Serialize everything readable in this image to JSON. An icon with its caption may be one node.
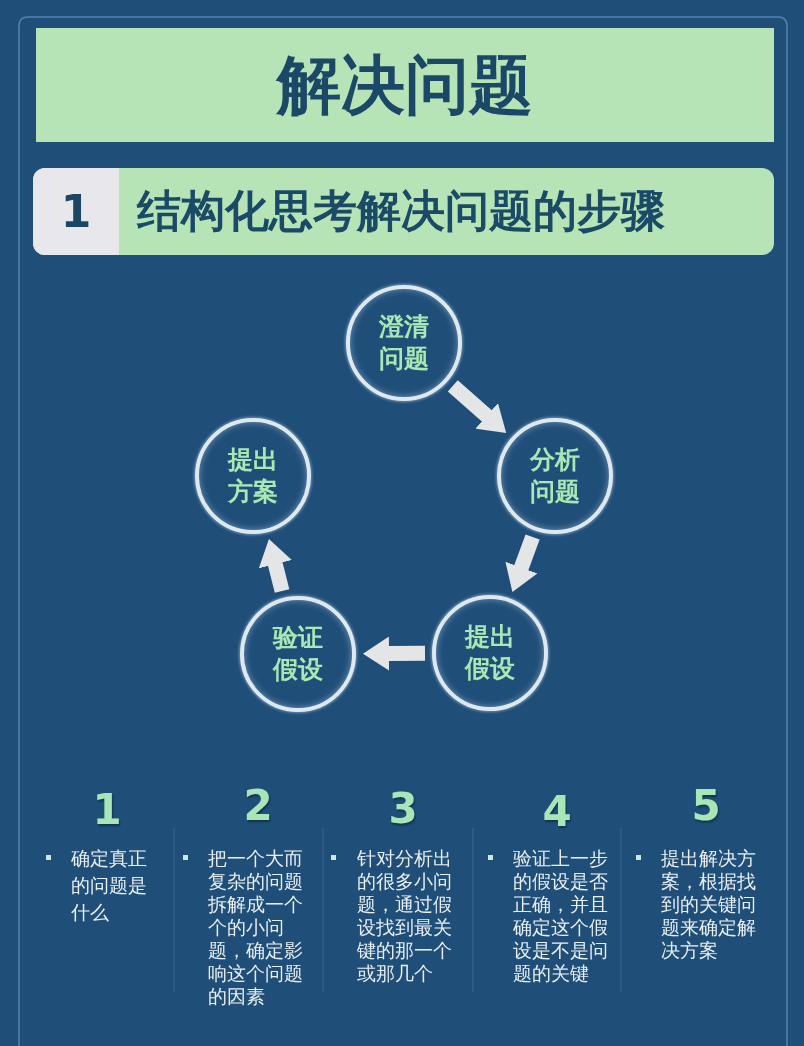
{
  "diagram": {
    "title": "解决问题",
    "nodes": [
      {
        "text": [
          "1",
          "结构化思考解决问题的步骤"
        ]
      },
      {
        "text": [
          "澄清问题"
        ]
      },
      {
        "text": [
          "分析问题"
        ]
      },
      {
        "text": [
          "提出假设"
        ]
      },
      {
        "text": [
          "验证假设"
        ]
      },
      {
        "text": [
          "提出方案"
        ]
      }
    ],
    "edges": [
      {
        "from": 1,
        "to": 2,
        "arrow": "to"
      },
      {
        "from": 2,
        "to": 3,
        "arrow": "to"
      },
      {
        "from": 3,
        "to": 4,
        "arrow": "to"
      },
      {
        "from": 4,
        "to": 5,
        "arrow": "to"
      }
    ],
    "labels": [
      "1",
      "确定真正的问题是什么",
      "2",
      "把一个大而复杂的问题拆解成一个个的小问题，确定影响这个问题的因素",
      "3",
      "针对分析出的很多小问题，通过假设找到最关键的那一个或那几个",
      "4",
      "验证上一步的假设是否正确，并且确定这个假设是不是问题的关键",
      "5",
      "提出解决方案，根据找到的关键问题来确定解决方案"
    ]
  }
}
